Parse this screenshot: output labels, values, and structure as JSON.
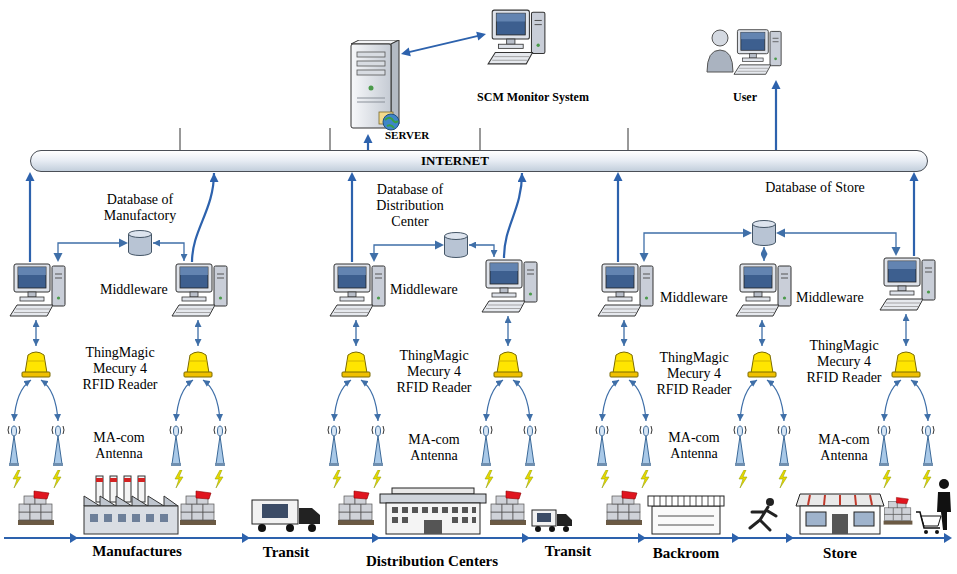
{
  "diagram": {
    "nodes": [
      {
        "text": [
          "SERVER"
        ]
      },
      {
        "text": [
          "SCM Monitor System"
        ]
      },
      {
        "text": [
          "User"
        ]
      },
      {
        "text": [
          "INTERNET"
        ]
      },
      {
        "text": [
          "Database of Manufactory"
        ]
      },
      {
        "text": [
          "Database of Distribution Center"
        ]
      },
      {
        "text": [
          "Database of Store"
        ]
      },
      {
        "text": [
          "Middleware"
        ]
      },
      {
        "text": [
          "Middleware"
        ]
      },
      {
        "text": [
          "Middleware"
        ]
      },
      {
        "text": [
          "Middleware"
        ]
      }
    ],
    "edges": [
      {
        "from": 0,
        "to": 1,
        "arrow": "both"
      },
      {
        "from": 3,
        "to": 0,
        "arrow": "to"
      },
      {
        "from": 3,
        "to": 2,
        "arrow": "to"
      },
      {
        "from": 7,
        "to": 3,
        "arrow": "to"
      },
      {
        "from": 8,
        "to": 3,
        "arrow": "to"
      },
      {
        "from": 9,
        "to": 3,
        "arrow": "to"
      },
      {
        "from": 10,
        "to": 3,
        "arrow": "to"
      },
      {
        "from": 4,
        "to": 7,
        "arrow": "both"
      },
      {
        "from": 5,
        "to": 8,
        "arrow": "both"
      },
      {
        "from": 6,
        "to": 9,
        "arrow": "both"
      },
      {
        "from": 6,
        "to": 10,
        "arrow": "both"
      }
    ],
    "labels": [
      "ThingMagic Mecury 4 RFID Reader",
      "ThingMagic Mecury 4 RFID Reader",
      "ThingMagic Mecury 4 RFID Reader",
      "ThingMagic Mecury 4 RFID Reader",
      "MA-com Antenna",
      "MA-com Antenna",
      "MA-com Antenna",
      "MA-com Antenna",
      "Manufactures",
      "Transit",
      "Distribution Centers",
      "Transit",
      "Backroom",
      "Store"
    ]
  }
}
